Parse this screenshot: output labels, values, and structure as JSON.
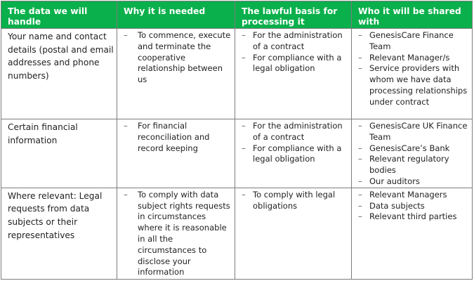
{
  "headers": [
    "The data we will handle",
    "Why it is needed",
    "The lawful basis for processing it",
    "Who it will be shared with"
  ],
  "rows": [
    {
      "data": "Your name and contact details (postal and email addresses and phone numbers)",
      "why": [
        "To commence, execute and terminate the cooperative relationship between us"
      ],
      "basis": [
        "For the administration of a contract",
        "For compliance with a legal obligation"
      ],
      "shared": [
        "GenesisCare Finance Team",
        "Relevant Manager/s",
        "Service providers with whom we have data processing relationships under contract"
      ]
    },
    {
      "data": "Certain financial information",
      "why": [
        "For financial reconciliation and record keeping"
      ],
      "basis": [
        "For the administration of a contract",
        "For compliance with a legal obligation"
      ],
      "shared": [
        "GenesisCare UK Finance Team",
        "GenesisCare’s Bank",
        "Relevant regulatory bodies",
        "Our auditors"
      ]
    },
    {
      "data": "Where relevant: Legal requests from data subjects or their representatives",
      "why": [
        "To comply with data subject rights requests in circumstances where it is reasonable in all the circumstances to disclose your information"
      ],
      "basis": [
        "To comply with legal obligations"
      ],
      "shared": [
        "Relevant Managers",
        "Data subjects",
        "Relevant third parties"
      ]
    }
  ],
  "colors": {
    "header_bg": "#0ab04b",
    "header_text": "#ffffff",
    "border": "#7c7c7c"
  },
  "icons": {
    "bullet": "dash-icon"
  }
}
